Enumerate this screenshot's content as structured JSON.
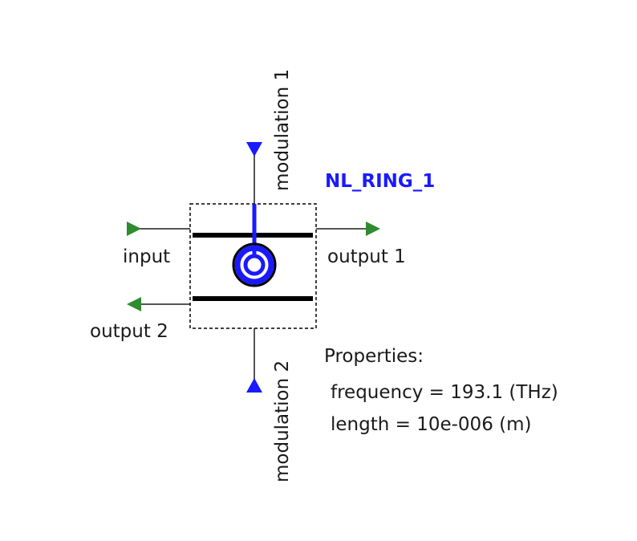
{
  "component": {
    "name": "NL_RING_1",
    "name_color": "#1a1aff"
  },
  "ports": {
    "input": "input",
    "output_1": "output 1",
    "output_2": "output 2",
    "modulation_1": "modulation 1",
    "modulation_2": "modulation 2"
  },
  "properties": {
    "header": "Properties:",
    "lines": [
      "frequency = 193.1 (THz)",
      "length = 10e-006 (m)"
    ]
  },
  "colors": {
    "optical_port": "#2e8b2e",
    "electrical_port": "#1a1aff",
    "ring": "#1a1aff",
    "waveguide": "#000000",
    "wire": "#555555",
    "text": "#1a1a1a"
  }
}
